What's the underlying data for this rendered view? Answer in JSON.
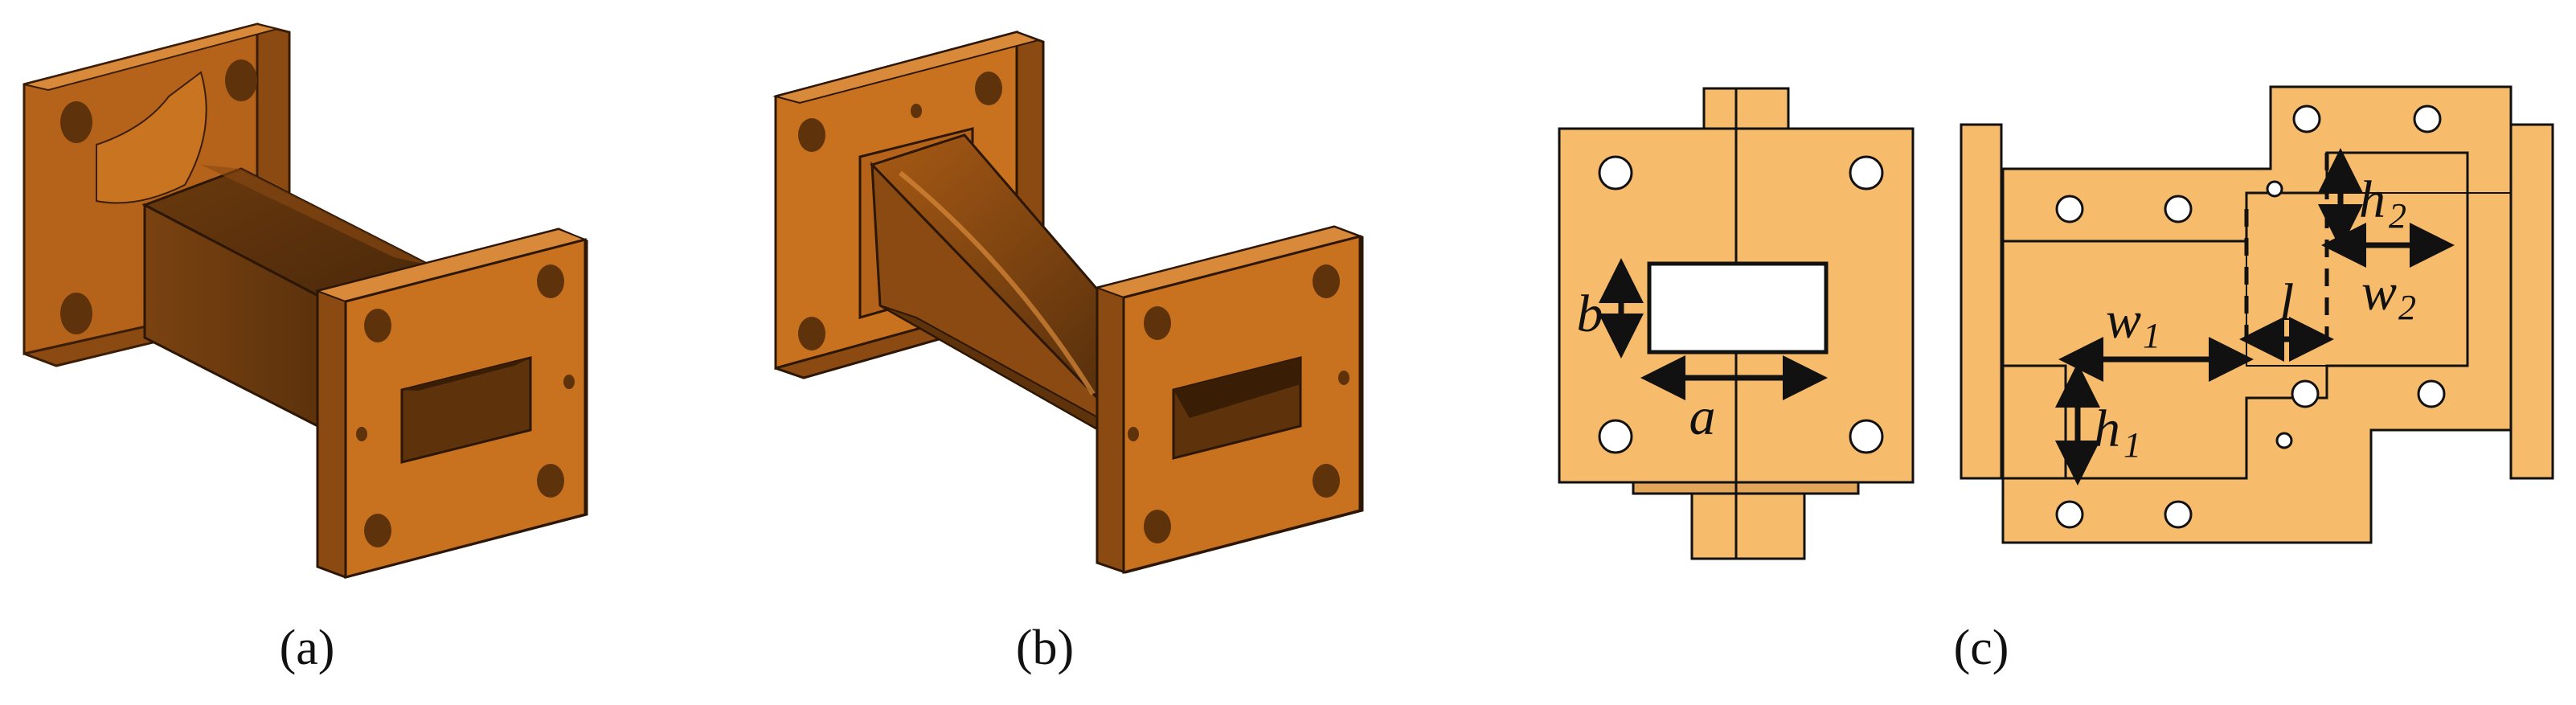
{
  "panels": {
    "a": {
      "caption": "(a)"
    },
    "b": {
      "caption": "(b)"
    },
    "c": {
      "caption": "(c)"
    }
  },
  "dimensions": {
    "a": "a",
    "b": "b",
    "l": "l",
    "w1": {
      "base": "w",
      "sub": "1"
    },
    "w2": {
      "base": "w",
      "sub": "2"
    },
    "h1": {
      "base": "h",
      "sub": "1"
    },
    "h2": {
      "base": "h",
      "sub": "2"
    }
  },
  "colors": {
    "copper_face": "#C8711F",
    "copper_dark": "#8A4A12",
    "copper_shadow": "#5E330B",
    "section_fill": "#F7BB6C",
    "outline": "#111111",
    "hole_fill": "#ffffff"
  }
}
